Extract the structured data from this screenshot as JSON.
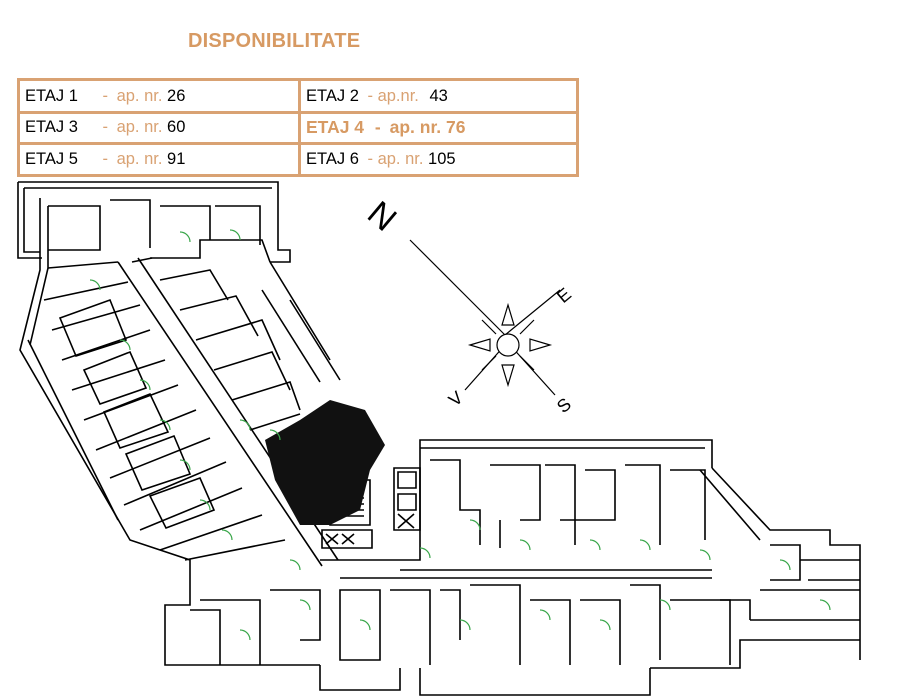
{
  "title": "DISPONIBILITATE",
  "colors": {
    "accent": "#d79a63",
    "border": "#d9a273",
    "plan": "#000000",
    "doors": "#4caf50"
  },
  "availability": [
    {
      "floor": "ETAJ 1",
      "sep": "-",
      "ap_label": "ap. nr.",
      "ap": "26",
      "highlight": false
    },
    {
      "floor": "ETAJ 2",
      "sep": "-",
      "ap_label": "ap.nr.",
      "ap": "43",
      "highlight": false
    },
    {
      "floor": "ETAJ 3",
      "sep": "-",
      "ap_label": "ap. nr.",
      "ap": "60",
      "highlight": false
    },
    {
      "floor": "ETAJ 4",
      "sep": "-",
      "ap_label": "ap. nr.",
      "ap": "76",
      "highlight": true
    },
    {
      "floor": "ETAJ 5",
      "sep": "-",
      "ap_label": "ap. nr.",
      "ap": "91",
      "highlight": false
    },
    {
      "floor": "ETAJ 6",
      "sep": "-",
      "ap_label": "ap. nr.",
      "ap": "105",
      "highlight": false
    }
  ],
  "compass": {
    "n": "N",
    "e": "E",
    "s": "S",
    "v": "V"
  }
}
